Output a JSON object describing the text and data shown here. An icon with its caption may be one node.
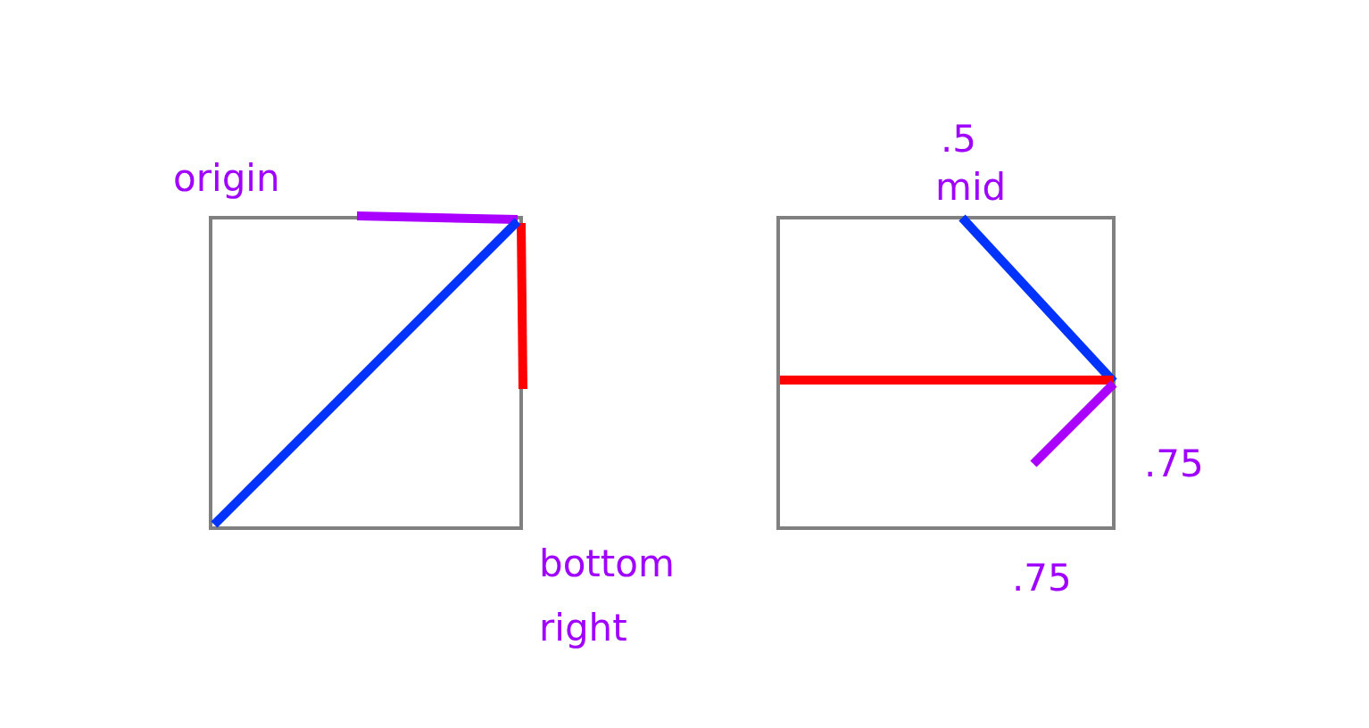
{
  "diagram": {
    "labels": [
      "origin",
      "bottom right",
      ".5",
      "mid",
      ".75",
      ".75"
    ]
  }
}
